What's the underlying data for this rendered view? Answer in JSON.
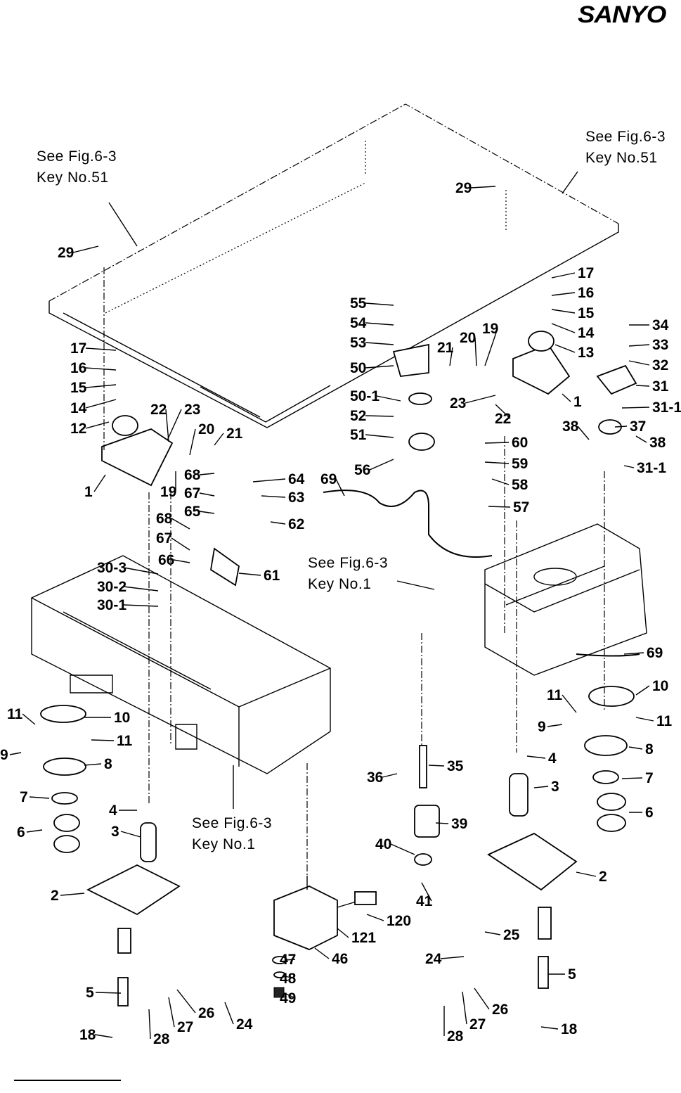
{
  "brand": {
    "logo_text": "SANYO"
  },
  "references": {
    "top_left": [
      "See Fig.6-3",
      "Key No.51"
    ],
    "top_right": [
      "See Fig.6-3",
      "Key No.51"
    ],
    "mid_right": [
      "See Fig.6-3",
      "Key No.1"
    ],
    "bottom_left": [
      "See Fig.6-3",
      "Key No.1"
    ]
  },
  "callouts": [
    "29",
    "29",
    "17",
    "16",
    "15",
    "14",
    "12",
    "1",
    "22",
    "23",
    "20",
    "21",
    "19",
    "68",
    "67",
    "65",
    "64",
    "63",
    "62",
    "68",
    "67",
    "66",
    "61",
    "30-3",
    "30-2",
    "30-1",
    "55",
    "54",
    "53",
    "50",
    "50-1",
    "52",
    "51",
    "56",
    "69",
    "21",
    "20",
    "19",
    "23",
    "22",
    "60",
    "59",
    "58",
    "57",
    "17",
    "16",
    "15",
    "14",
    "13",
    "1",
    "34",
    "33",
    "32",
    "31",
    "31-1",
    "38",
    "37",
    "38",
    "31-1",
    "69",
    "11",
    "10",
    "9",
    "11",
    "8",
    "4",
    "3",
    "7",
    "6",
    "2",
    "11",
    "10",
    "9",
    "11",
    "8",
    "7",
    "4",
    "6",
    "3",
    "2",
    "5",
    "18",
    "28",
    "27",
    "26",
    "24",
    "35",
    "36",
    "39",
    "40",
    "41",
    "120",
    "121",
    "47",
    "48",
    "49",
    "46",
    "24",
    "25",
    "26",
    "27",
    "28",
    "5",
    "18"
  ]
}
